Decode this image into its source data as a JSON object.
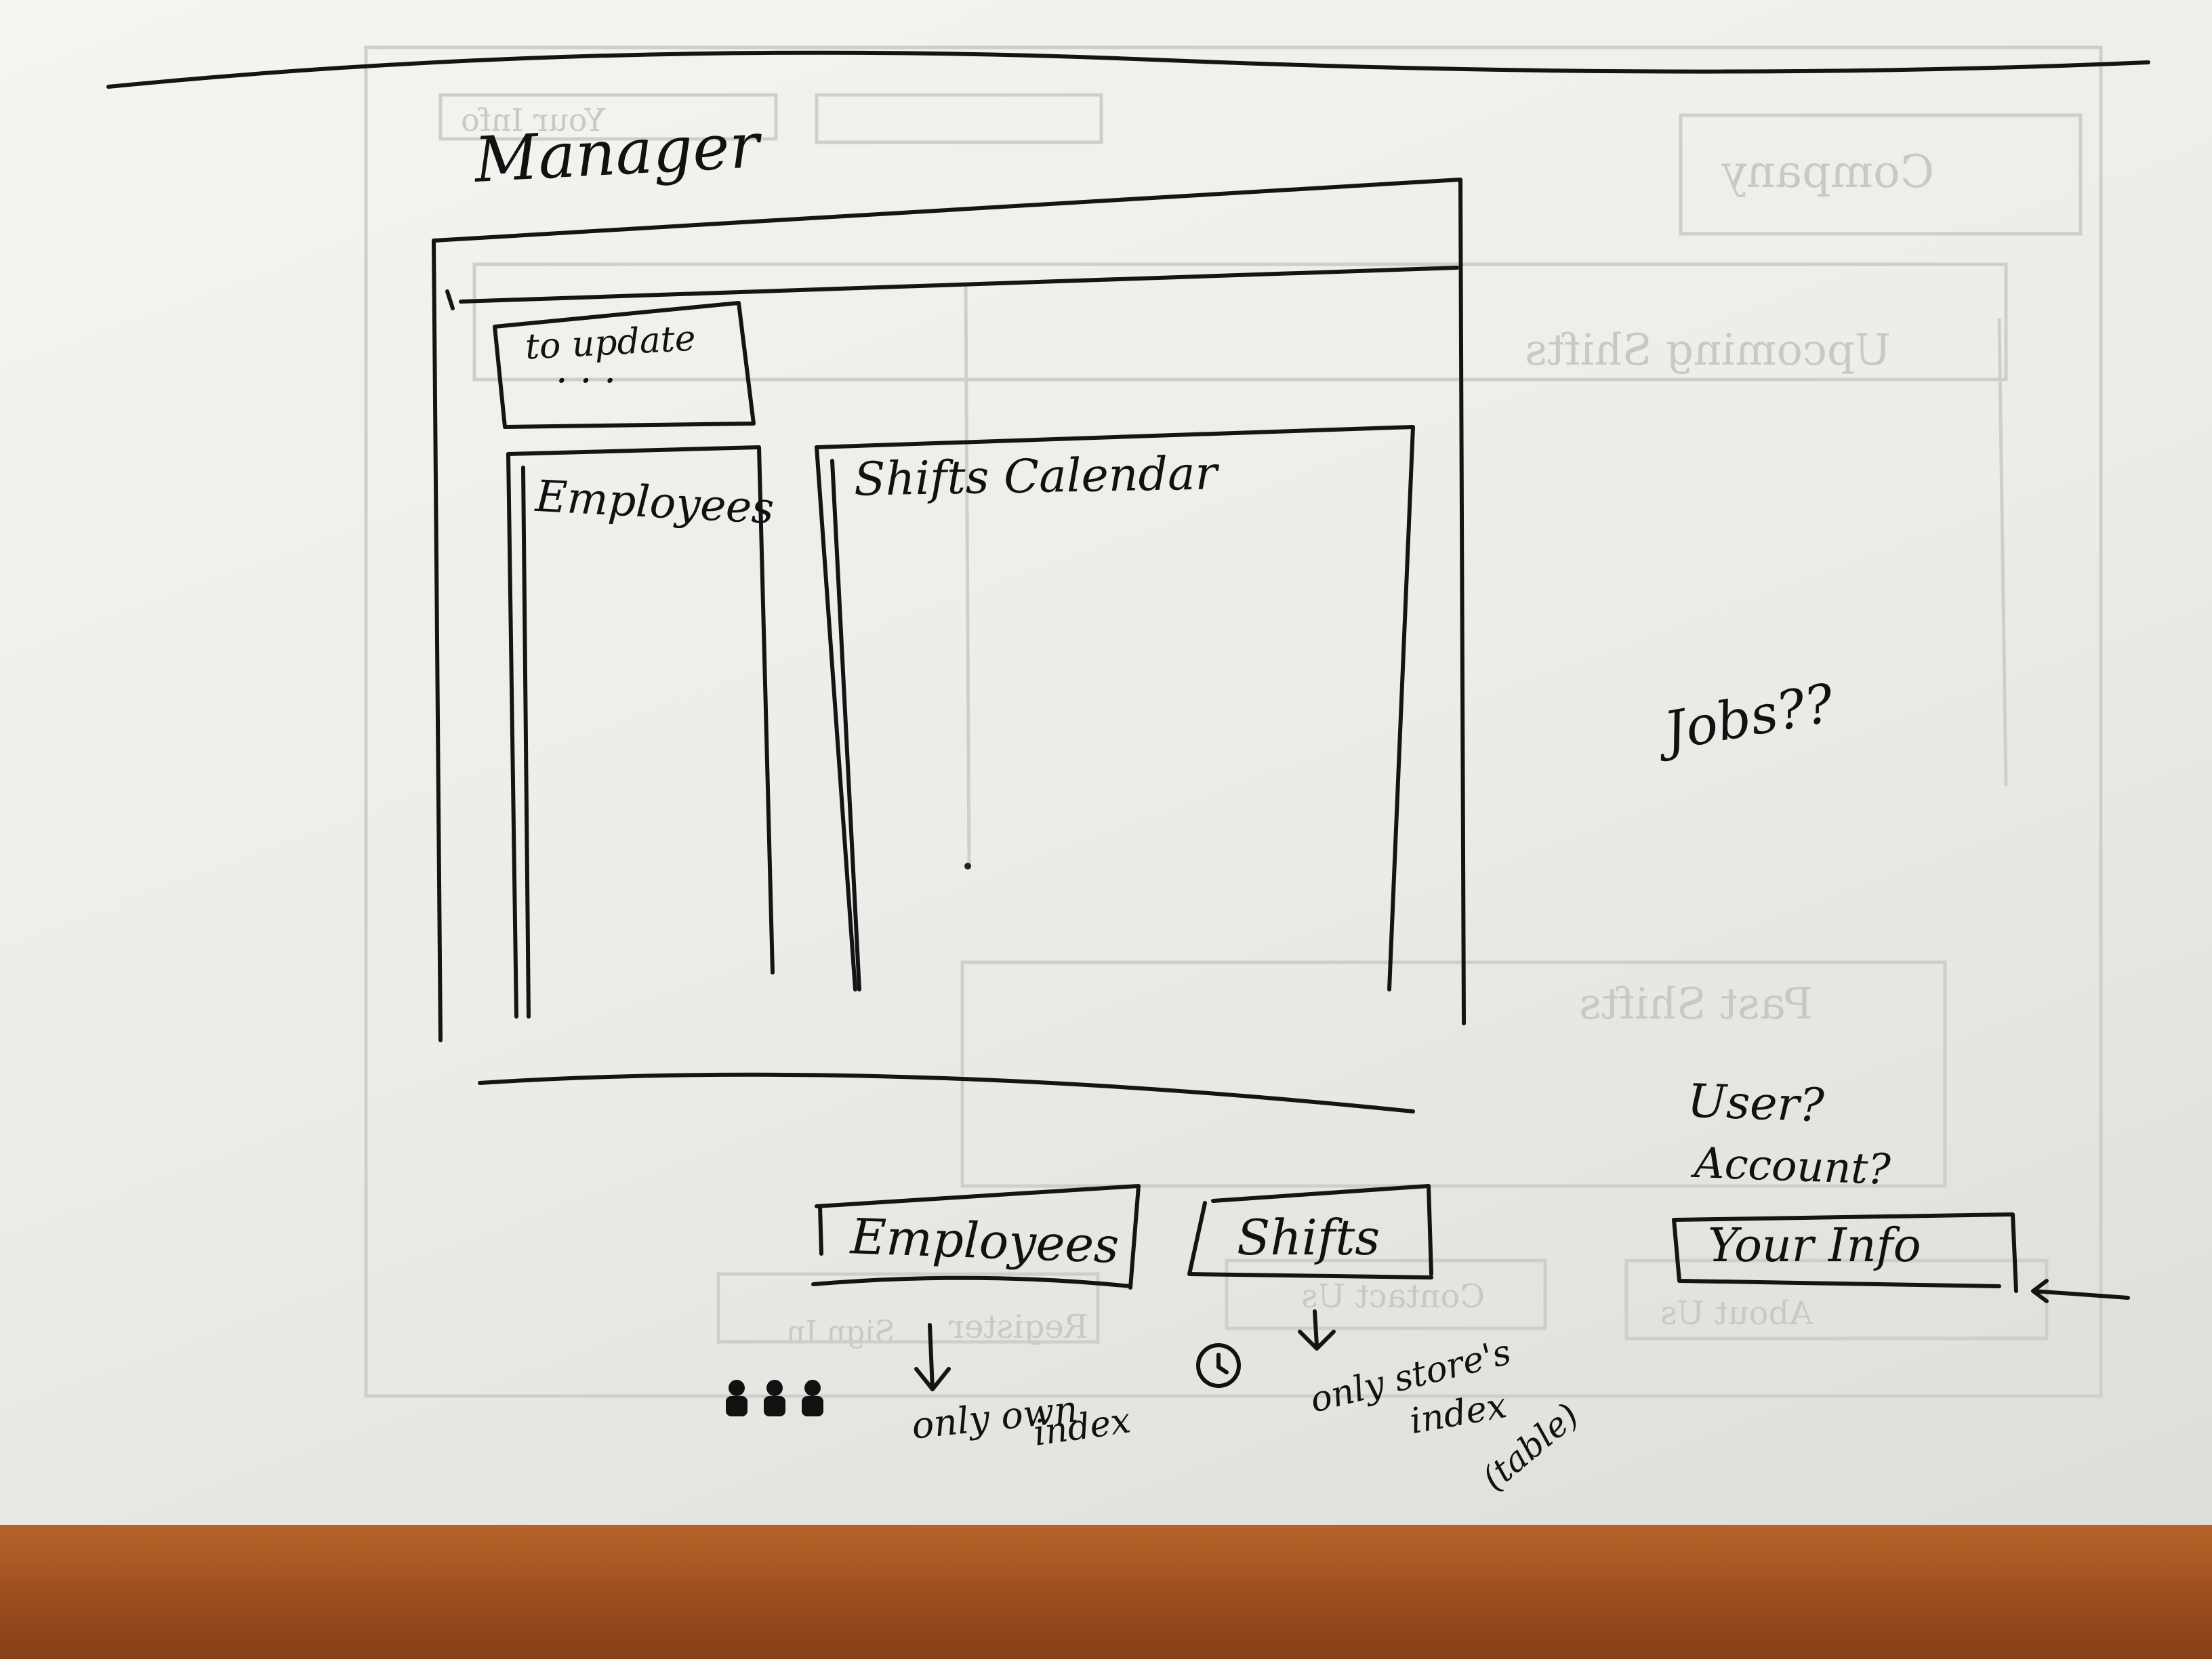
{
  "sketch": {
    "title": "Manager",
    "panels": {
      "to_update": "to update",
      "to_update_dots": "· · ·",
      "employees": "Employees",
      "shifts_calendar": "Shifts Calendar"
    },
    "side_notes": {
      "jobs": "Jobs??",
      "user": "User?",
      "account": "Account?"
    },
    "nav_buttons": {
      "employees": "Employees",
      "shifts": "Shifts",
      "your_info": "Your Info"
    },
    "annotations": {
      "employees_note_line1": "only own",
      "employees_note_line2": "index",
      "shifts_note_line1": "only store's",
      "shifts_note_line2": "index",
      "shifts_note_line3": "(table)"
    },
    "icons": [
      "people-icon",
      "clock-icon",
      "arrow-down-icon"
    ]
  },
  "show_through": {
    "upcoming_shifts": "Upcoming Shifts",
    "past_shifts": "Past Shifts",
    "company": "Company",
    "contact_us": "Contact Us",
    "about_us": "About Us",
    "register": "Register",
    "sign_in": "Sign In",
    "your_info": "Your Info"
  }
}
